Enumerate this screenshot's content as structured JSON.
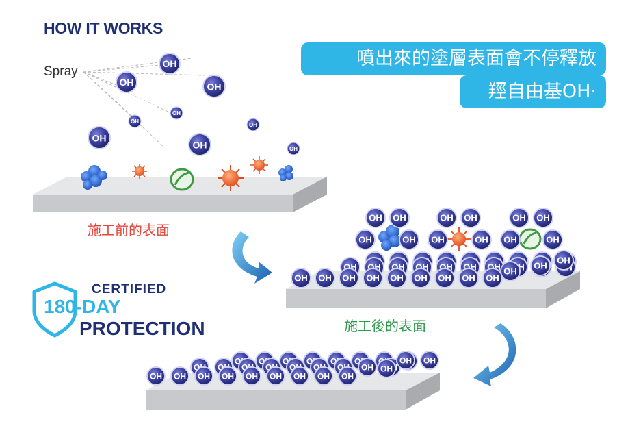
{
  "heading": "HOW IT WORKS",
  "spray_label": "Spray",
  "callout": {
    "line1": "噴出來的塗層表面會不停釋放",
    "line2": "羥自由基OH·"
  },
  "surface_before_label": "施工前的表面",
  "surface_after_label": "施工後的表面",
  "badge": {
    "certified": "CERTIFIED",
    "days": "180-DAY",
    "protection": "PROTECTION"
  },
  "molecule_label": "OH",
  "colors": {
    "navy": "#1f2f73",
    "cyan": "#2fb6e6",
    "before_red": "#e2463c",
    "after_green": "#2b9a4b"
  },
  "icons": [
    "shield-icon",
    "curved-arrow-icon",
    "virus-icon",
    "bacteria-icon",
    "germ-cluster-icon"
  ]
}
